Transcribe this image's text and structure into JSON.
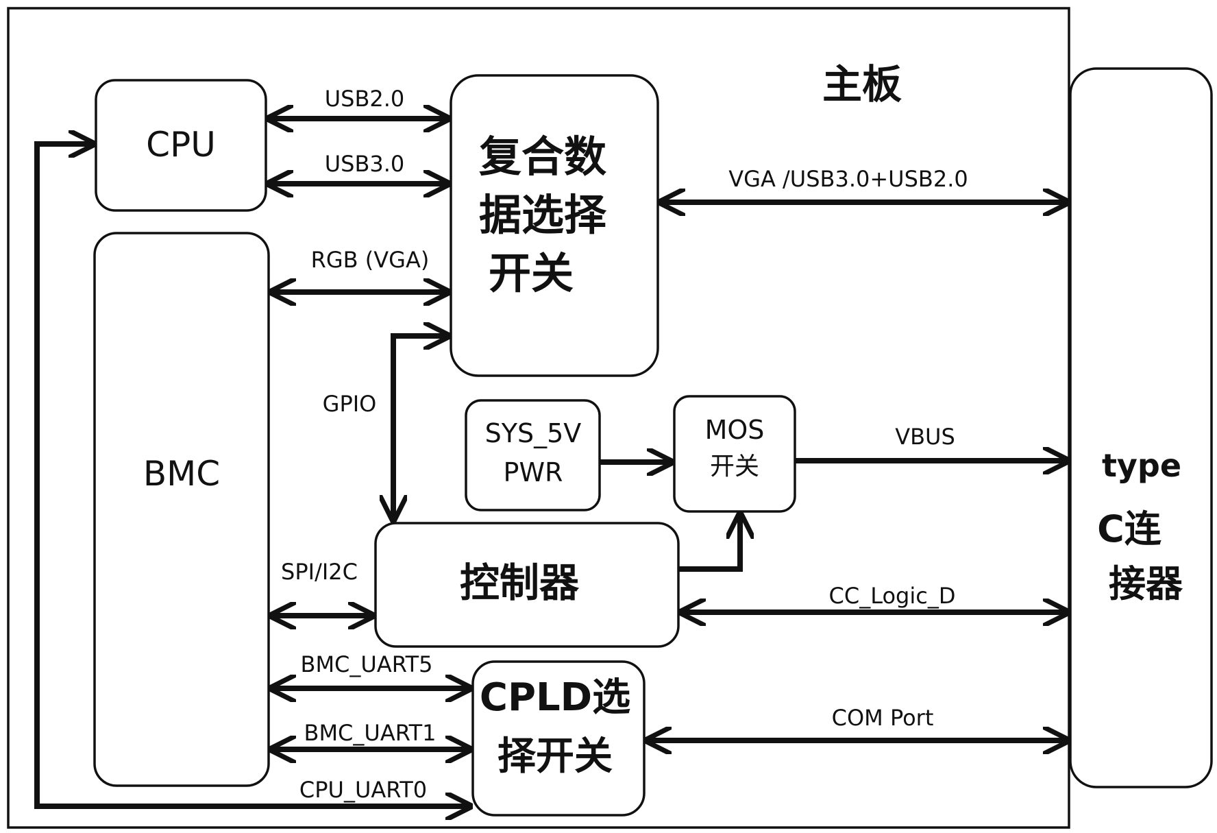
{
  "board": {
    "title": "主板"
  },
  "blocks": {
    "cpu": "CPU",
    "bmc": "BMC",
    "mux": [
      "复合数",
      "据选择",
      "开关"
    ],
    "sys5v": [
      "SYS_5V",
      "PWR"
    ],
    "mos": [
      "MOS",
      "开关"
    ],
    "controller": "控制器",
    "cpld": [
      "CPLD选",
      "择开关"
    ],
    "typec": [
      "type",
      "C连",
      "接器"
    ]
  },
  "signals": {
    "usb2": "USB2.0",
    "usb3": "USB3.0",
    "rgb": "RGB (VGA)",
    "vga_usb": "VGA /USB3.0+USB2.0",
    "gpio": "GPIO",
    "vbus": "VBUS",
    "spi_i2c": "SPI/I2C",
    "cc_logic": "CC_Logic_D",
    "bmc_uart5": "BMC_UART5",
    "bmc_uart1": "BMC_UART1",
    "cpu_uart0": "CPU_UART0",
    "com_port": "COM Port"
  }
}
